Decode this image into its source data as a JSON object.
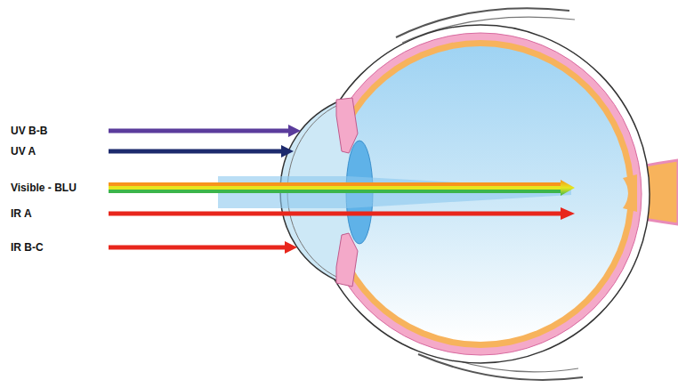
{
  "diagram": {
    "labels": [
      "UV B-B",
      "UV A",
      "Visible - BLU",
      "IR A",
      "IR B-C"
    ]
  }
}
